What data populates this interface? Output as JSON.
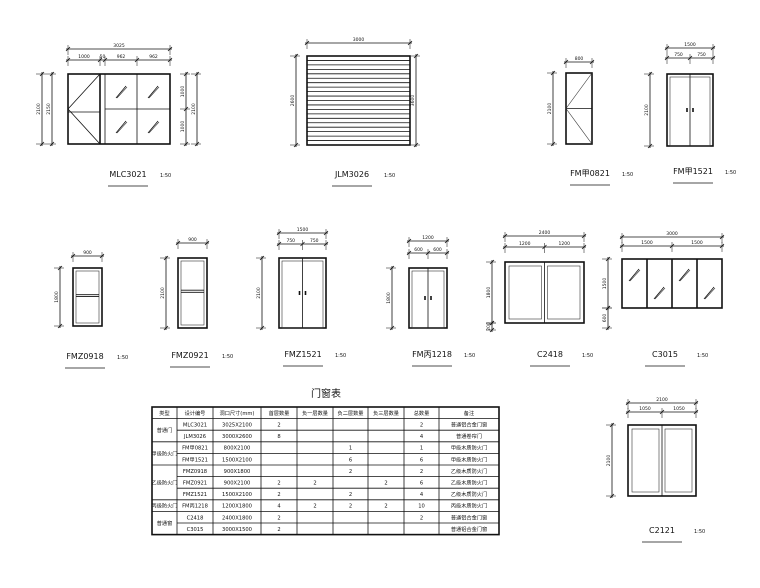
{
  "drawings": [
    {
      "code": "MLC3021",
      "scale": "1:50",
      "dims": {
        "width": "3025",
        "parts": [
          "1000",
          "50",
          "962",
          "962"
        ],
        "height": "2100",
        "height2": "2150",
        "right": [
          "50",
          "1000",
          "1000",
          "50"
        ],
        "right_total": "2100"
      }
    },
    {
      "code": "JLM3026",
      "scale": "1:50",
      "dims": {
        "width": "3000",
        "parts": [],
        "height": "2600",
        "right_total": "3600"
      }
    },
    {
      "code": "FM甲0821",
      "scale": "1:50",
      "dims": {
        "width": "800",
        "parts": [],
        "height": "2100"
      }
    },
    {
      "code": "FM甲1521",
      "scale": "1:50",
      "dims": {
        "width": "1500",
        "parts": [
          "750",
          "750"
        ],
        "height": "2100"
      }
    },
    {
      "code": "FMZ0918",
      "scale": "1:50",
      "dims": {
        "width": "900",
        "parts": [],
        "height": "1800"
      }
    },
    {
      "code": "FMZ0921",
      "scale": "1:50",
      "dims": {
        "width": "900",
        "parts": [],
        "height": "2100"
      }
    },
    {
      "code": "FMZ1521",
      "scale": "1:50",
      "dims": {
        "width": "1500",
        "parts": [
          "750",
          "750"
        ],
        "height": "2100"
      }
    },
    {
      "code": "FM丙1218",
      "scale": "1:50",
      "dims": {
        "width": "1200",
        "parts": [
          "600",
          "600"
        ],
        "height": "1800"
      }
    },
    {
      "code": "C2418",
      "scale": "1:50",
      "dims": {
        "width": "2400",
        "parts": [
          "1200",
          "1200"
        ],
        "height": "1800",
        "sill": "200"
      }
    },
    {
      "code": "C3015",
      "scale": "1:50",
      "dims": {
        "width": "3000",
        "parts": [
          "1500",
          "1500"
        ],
        "height": "1500",
        "sill": "600"
      }
    },
    {
      "code": "C2121",
      "scale": "1:50",
      "dims": {
        "width": "2100",
        "parts": [
          "1050",
          "1050"
        ],
        "height": "2100"
      }
    }
  ],
  "schedule": {
    "title": "门窗表",
    "headers": [
      "类型",
      "设计编号",
      "洞口尺寸(mm)",
      "首层数量",
      "负一层数量",
      "负二层数量",
      "负三层数量",
      "总数量",
      "备注"
    ],
    "groups": [
      {
        "type": "普通门",
        "rows": [
          [
            "MLC3021",
            "3025X2100",
            "2",
            "",
            "",
            "",
            "2",
            "普通铝合金门窗"
          ],
          [
            "JLM3026",
            "3000X2600",
            "8",
            "",
            "",
            "",
            "4",
            "普通卷帘门"
          ]
        ]
      },
      {
        "type": "甲级防火门",
        "rows": [
          [
            "FM甲0821",
            "800X2100",
            "",
            "",
            "1",
            "",
            "1",
            "甲级木质防火门"
          ],
          [
            "FM甲1521",
            "1500X2100",
            "",
            "",
            "6",
            "",
            "6",
            "甲级木质防火门"
          ]
        ]
      },
      {
        "type": "乙级防火门",
        "rows": [
          [
            "FMZ0918",
            "900X1800",
            "",
            "",
            "2",
            "",
            "2",
            "乙级木质防火门"
          ],
          [
            "FMZ0921",
            "900X2100",
            "2",
            "2",
            "",
            "2",
            "6",
            "乙级木质防火门"
          ],
          [
            "FMZ1521",
            "1500X2100",
            "2",
            "",
            "2",
            "",
            "4",
            "乙级木质防火门"
          ]
        ]
      },
      {
        "type": "丙级防火门",
        "rows": [
          [
            "FM丙1218",
            "1200X1800",
            "4",
            "2",
            "2",
            "2",
            "10",
            "丙级木质防火门"
          ]
        ]
      },
      {
        "type": "普通窗",
        "rows": [
          [
            "C2418",
            "2400X1800",
            "2",
            "",
            "",
            "",
            "2",
            "普通铝合金门窗"
          ],
          [
            "C3015",
            "3000X1500",
            "2",
            "",
            "",
            "",
            "",
            "普通铝合金门窗"
          ]
        ]
      }
    ]
  },
  "colors": {
    "line": "#111111",
    "background": "#ffffff"
  }
}
